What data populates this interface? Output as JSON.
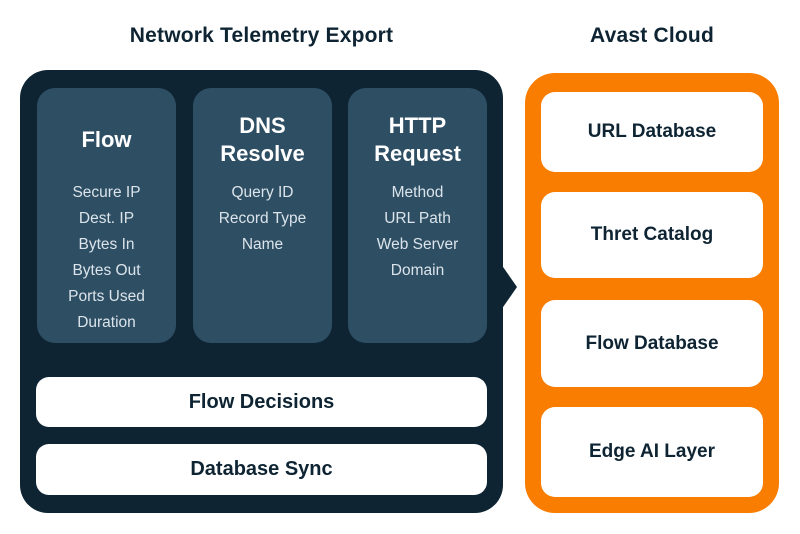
{
  "colors": {
    "background": "#ffffff",
    "panel_dark": "#0e2433",
    "column_slate": "#2e4e64",
    "accent_orange": "#f87d00",
    "text_light": "#dbe4ea",
    "text_dark": "#0e2433",
    "box_white": "#ffffff"
  },
  "left_panel": {
    "title": "Network Telemetry Export",
    "columns": [
      {
        "header": "Flow",
        "items": [
          "Secure IP",
          "Dest. IP",
          "Bytes In",
          "Bytes Out",
          "Ports Used",
          "Duration"
        ]
      },
      {
        "header": "DNS Resolve",
        "items": [
          "Query ID",
          "Record Type",
          "Name"
        ]
      },
      {
        "header": "HTTP Request",
        "items": [
          "Method",
          "URL Path",
          "Web Server Domain"
        ]
      }
    ],
    "bars": [
      "Flow Decisions",
      "Database Sync"
    ]
  },
  "right_panel": {
    "title": "Avast Cloud",
    "boxes": [
      "URL Database",
      "Thret Catalog",
      "Flow Database",
      "Edge AI Layer"
    ]
  }
}
